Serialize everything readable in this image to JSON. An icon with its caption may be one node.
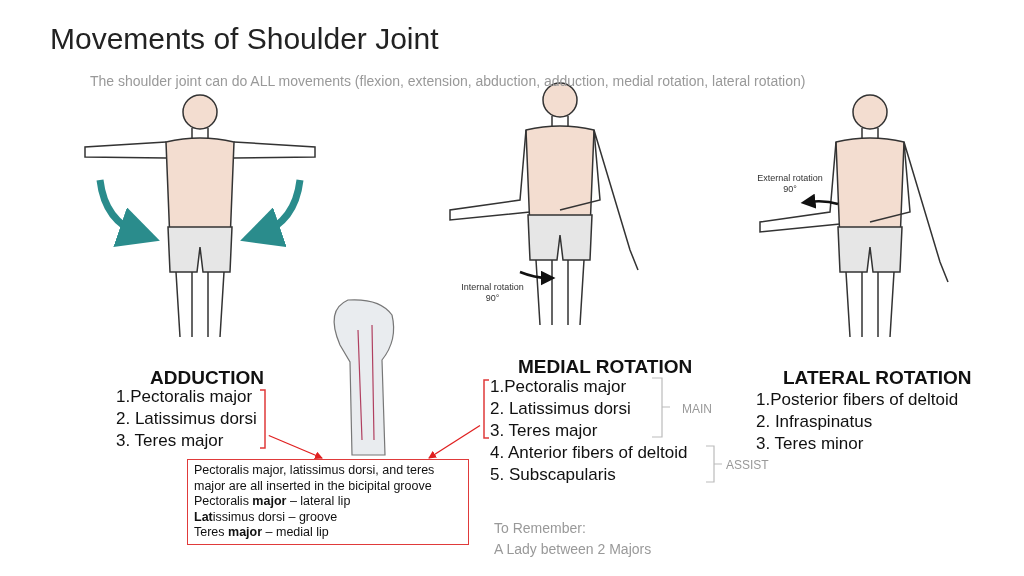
{
  "diagram": {
    "title": "Movements of Shoulder Joint",
    "nodes": [
      {
        "text": [
          "1.Pectoralis major",
          "2. Latissimus dorsi",
          "3. Teres major"
        ]
      },
      {
        "text": [
          "1.Pectoralis major",
          "2. Latissimus dorsi",
          "3. Teres major"
        ]
      },
      {
        "text": [
          "Pectoralis major, latissimus dorsi, and teres major are all inserted in the bicipital groove",
          "Pectoralis **major** – lateral lip",
          "**Lat**issimus dorsi –  groove",
          "Teres **major** – medial lip"
        ]
      }
    ],
    "edges": [
      {
        "from": 0,
        "to": 2,
        "arrow": "to"
      },
      {
        "from": 1,
        "to": 2,
        "arrow": "to"
      }
    ],
    "labels": [
      "The shoulder joint can do ALL movements (flexion, extension, abduction, adduction, medial rotation, lateral rotation)",
      "External rotation 90°",
      "Internal rotation 90°",
      "MEDIAL ROTATION",
      "ADDUCTION",
      "LATERAL ROTATION",
      "1.Posterior fibers of deltoid",
      "MAIN",
      "2. Infraspinatus",
      "3. Teres minor",
      "4. Anterior fibers of deltoid",
      "5. Subscapularis",
      "ASSIST",
      "To Remember:",
      "A Lady between 2 Majors"
    ]
  }
}
